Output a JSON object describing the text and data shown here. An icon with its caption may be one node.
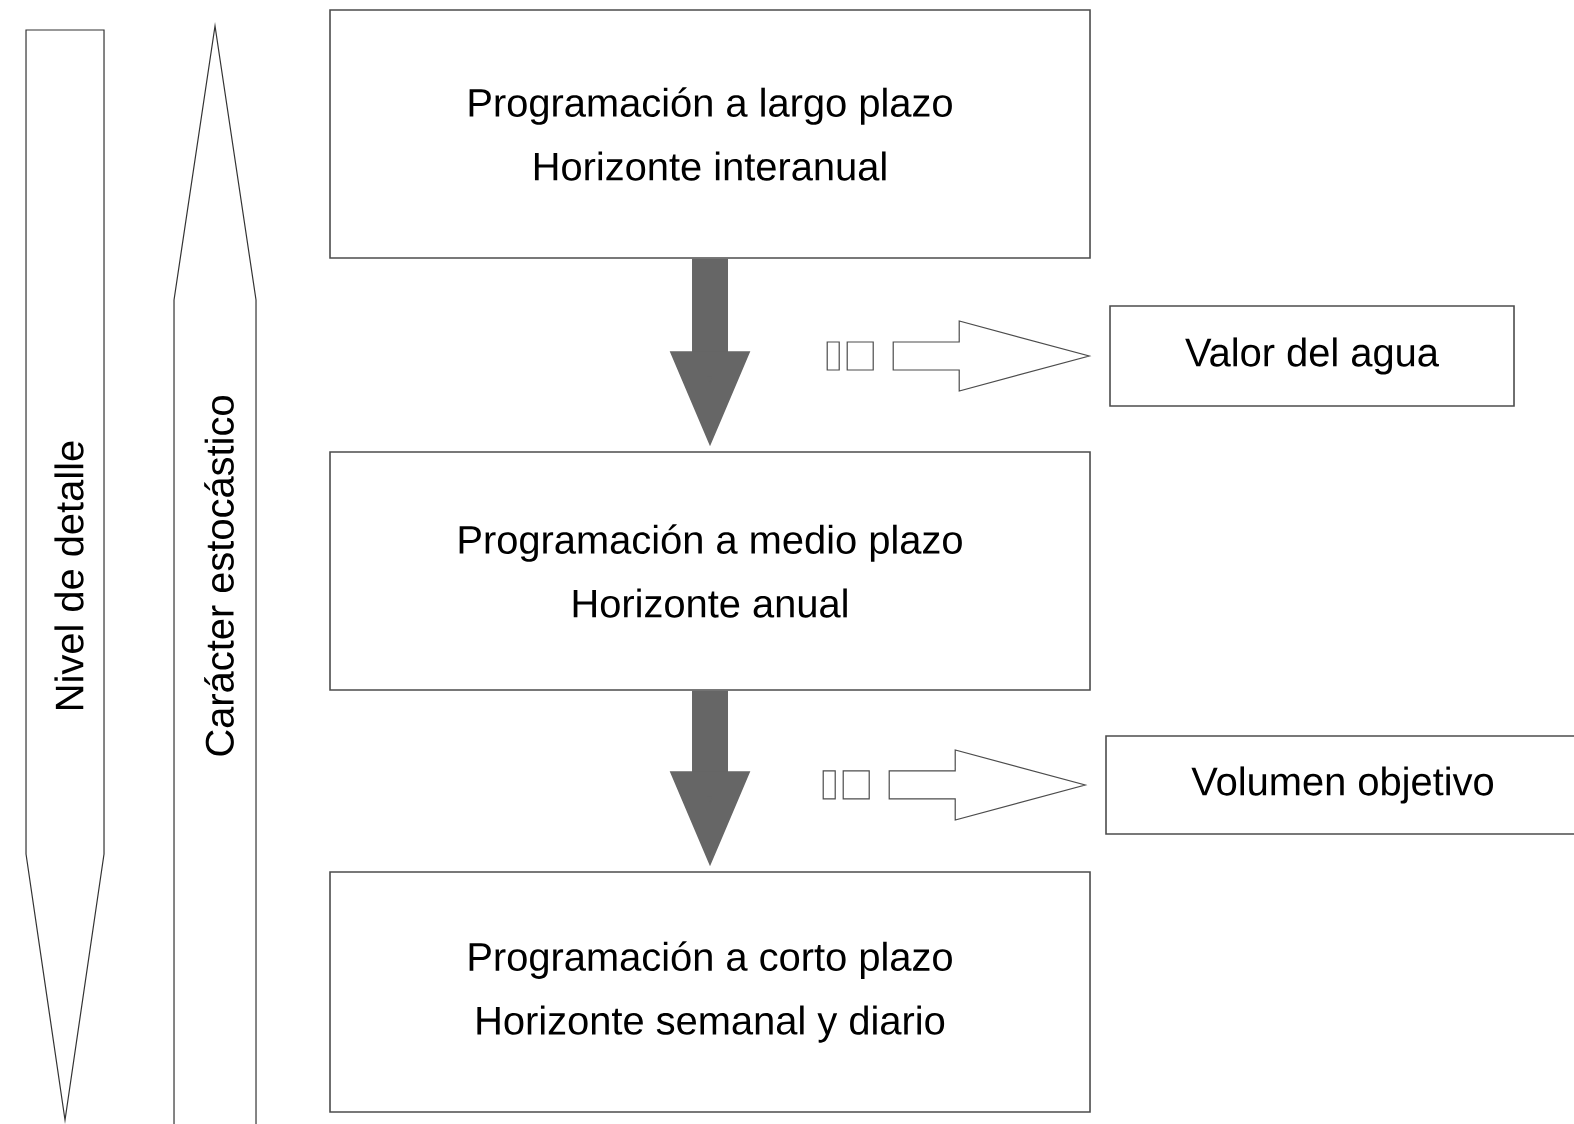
{
  "diagram": {
    "nodes": [
      {
        "text": [
          "Programación a largo plazo",
          "Horizonte interanual"
        ]
      },
      {
        "text": [
          "Programación a medio plazo",
          "Horizonte anual"
        ]
      },
      {
        "text": [
          "Programación a corto plazo",
          "Horizonte semanal y diario"
        ]
      },
      {
        "text": [
          "Valor del agua"
        ]
      },
      {
        "text": [
          "Volumen objetivo"
        ]
      },
      {
        "text": [
          "Nivel de detalle"
        ]
      },
      {
        "text": [
          "Carácter estocástico"
        ]
      }
    ],
    "edges": [
      {
        "from": 0,
        "to": 1,
        "arrow": "to"
      },
      {
        "from": 1,
        "to": 2,
        "arrow": "to"
      },
      {
        "from": null,
        "to": 3,
        "arrow": "to"
      },
      {
        "from": null,
        "to": 4,
        "arrow": "to"
      }
    ]
  }
}
